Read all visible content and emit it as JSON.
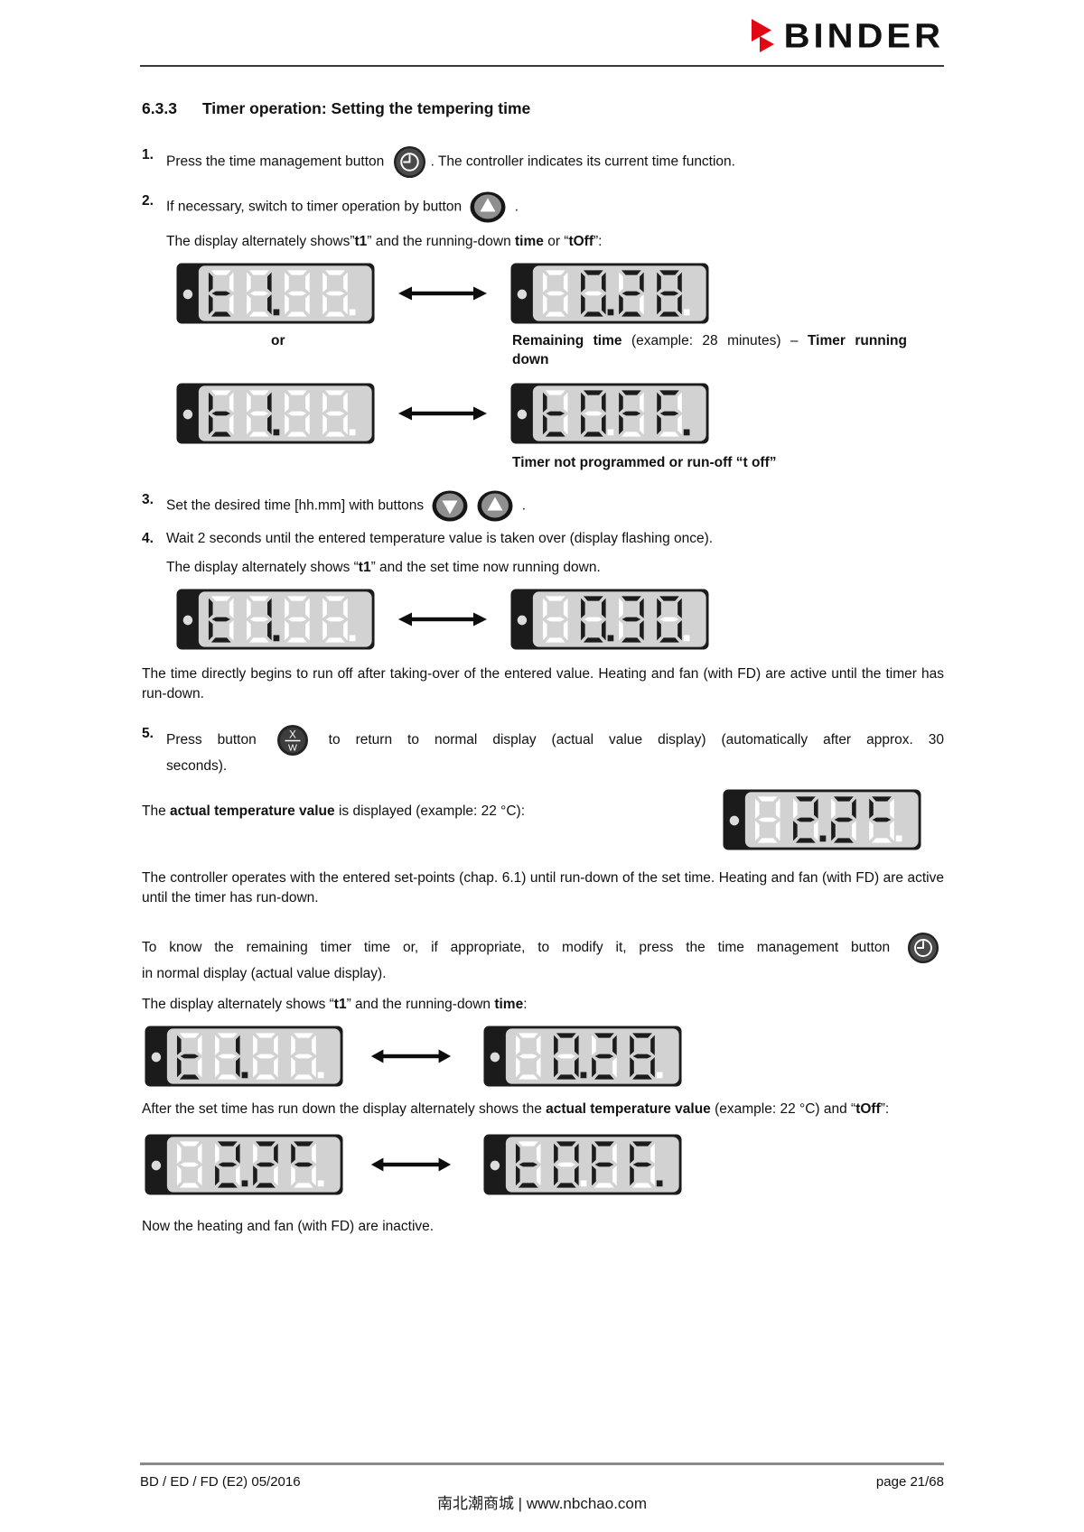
{
  "colors": {
    "brand_red": "#e30613",
    "ink": "#111111",
    "display_frame": "#1b1b1b",
    "display_panel": "#d2d2d2",
    "segment_lit": "#1c1c1c",
    "segment_ghost": "#ffffff"
  },
  "header": {
    "brand": "BINDER"
  },
  "section": {
    "number": "6.3.3",
    "title": "Timer operation: Setting the tempering time"
  },
  "steps": {
    "s1": {
      "num": "1.",
      "pre": [
        {
          "t": "Press the time management button "
        }
      ],
      "post": [
        {
          "t": ". The controller indicates its current time function."
        }
      ]
    },
    "s2": {
      "num": "2.",
      "pre": [
        {
          "t": "If necessary, switch to timer operation by button "
        }
      ],
      "post": [
        {
          "t": " ."
        }
      ],
      "sub": [
        {
          "t": "The display alternately shows”"
        },
        {
          "t": "t1",
          "b": true
        },
        {
          "t": "” and the running-down "
        },
        {
          "t": "time",
          "b": true
        },
        {
          "t": " or “"
        },
        {
          "t": "tOff",
          "b": true
        },
        {
          "t": "”:"
        }
      ]
    },
    "s3": {
      "num": "3.",
      "pre": [
        {
          "t": "Set the desired time [hh.mm] with buttons "
        }
      ],
      "post": [
        {
          "t": " ."
        }
      ]
    },
    "s4": {
      "num": "4.",
      "text": [
        {
          "t": "Wait 2 seconds until the entered temperature value is taken over (display flashing once)."
        }
      ],
      "sub": [
        {
          "t": "The display alternately shows “"
        },
        {
          "t": "t1",
          "b": true
        },
        {
          "t": "” and the set time now running down."
        }
      ]
    },
    "s5": {
      "num": "5.",
      "pre": [
        {
          "t": "Press button "
        }
      ],
      "post": [
        {
          "t": " to return to normal display (actual value display) (automatically after approx. 30"
        }
      ],
      "post2": [
        {
          "t": "seconds)."
        }
      ]
    }
  },
  "labels": {
    "or": "or"
  },
  "captions": {
    "remaining": [
      {
        "t": "Remaining time",
        "b": true
      },
      {
        "t": " (example: 28 minutes) – "
      },
      {
        "t": "Timer running down",
        "b": true
      }
    ],
    "not_programmed": [
      {
        "t": "Timer not programmed or run-off “t off”",
        "b": true
      }
    ]
  },
  "paragraphs": {
    "run_off": [
      {
        "t": "The time directly begins to run off after taking-over of the entered value. Heating and fan (with FD) are active until the timer has run-down."
      }
    ],
    "actual": [
      {
        "t": "The "
      },
      {
        "t": "actual temperature value",
        "b": true
      },
      {
        "t": " is displayed (example: 22 °C):"
      }
    ],
    "controller": [
      {
        "t": "The controller operates with the entered set-points (chap. 6.1) until run-down of the set time. Heating and fan (with FD) are active until the timer has run-down."
      }
    ],
    "to_know_pre": [
      {
        "t": "To know the remaining timer time or, if appropriate, to modify it, press the time management button "
      }
    ],
    "to_know_post": [
      {
        "t": "in normal display (actual value display)."
      }
    ],
    "alt_time": [
      {
        "t": "The display alternately shows “"
      },
      {
        "t": "t1",
        "b": true
      },
      {
        "t": "” and the running-down "
      },
      {
        "t": "time",
        "b": true
      },
      {
        "t": ":"
      }
    ],
    "after_run_down": [
      {
        "t": "After the set time has run down the display alternately shows the "
      },
      {
        "t": "actual temperature value",
        "b": true
      },
      {
        "t": " (example: 22 °C) and “"
      },
      {
        "t": "tOff",
        "b": true
      },
      {
        "t": "”:"
      }
    ],
    "now_inactive": [
      {
        "t": "Now the heating and fan (with FD) are inactive."
      }
    ]
  },
  "buttons": {
    "time_management": "time management button",
    "up": "up button",
    "down": "down button",
    "xw_top": "X",
    "xw_bottom": "W"
  },
  "displays": {
    "t1": {
      "value": "t1",
      "chars": [
        {
          "g": "t",
          "lit": true
        },
        {
          "g": "1",
          "lit": true,
          "dot": "lit"
        },
        {
          "g": "8",
          "lit": false
        },
        {
          "g": "8",
          "lit": false,
          "dot": "ghost"
        }
      ]
    },
    "time_028": {
      "value": "0.28",
      "chars": [
        {
          "g": "8",
          "lit": false
        },
        {
          "g": "0",
          "lit": true,
          "dot": "lit"
        },
        {
          "g": "2",
          "lit": true
        },
        {
          "g": "8",
          "lit": true,
          "dot": "ghost"
        }
      ]
    },
    "toff": {
      "value": "tOFF",
      "chars": [
        {
          "g": "t",
          "lit": true
        },
        {
          "g": "O",
          "lit": true,
          "dot": "ghost"
        },
        {
          "g": "F",
          "lit": true
        },
        {
          "g": "F",
          "lit": true,
          "dot": "lit"
        }
      ]
    },
    "time_030": {
      "value": "0.30",
      "chars": [
        {
          "g": "8",
          "lit": false
        },
        {
          "g": "0",
          "lit": true,
          "dot": "lit"
        },
        {
          "g": "3",
          "lit": true
        },
        {
          "g": "0",
          "lit": true,
          "dot": "ghost"
        }
      ]
    },
    "temp_22": {
      "value": "22.2 °C",
      "chars": [
        {
          "g": "8",
          "lit": false
        },
        {
          "g": "2",
          "lit": true,
          "dot": "lit"
        },
        {
          "g": "2",
          "lit": true
        },
        {
          "g": "c",
          "lit": true,
          "dot": "ghost"
        }
      ]
    }
  },
  "footer": {
    "left": "BD / ED / FD (E2) 05/2016",
    "right": "page 21/68",
    "watermark": "南北潮商城 | www.nbchao.com"
  }
}
